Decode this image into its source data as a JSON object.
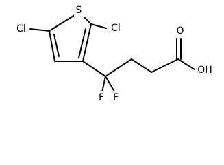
{
  "labels": {
    "sulfur": "S",
    "chlorine_left": "Cl",
    "chlorine_right": "Cl",
    "fluorine_left": "F",
    "fluorine_right": "F",
    "carbonyl_oxygen": "O",
    "hydroxyl": "OH"
  }
}
